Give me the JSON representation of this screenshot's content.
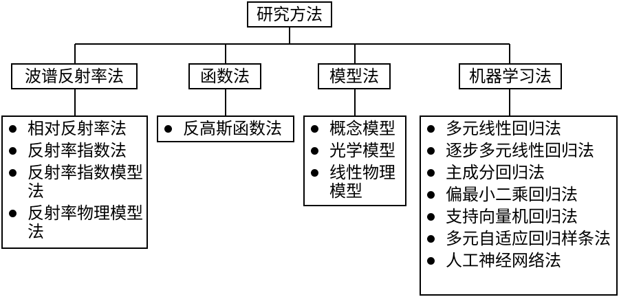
{
  "root": {
    "label": "研究方法"
  },
  "categories": [
    {
      "label": "波谱反射率法",
      "items": [
        "相对反射率法",
        "反射率指数法",
        "反射率指数模型法",
        "反射率物理模型法"
      ]
    },
    {
      "label": "函数法",
      "items": [
        "反高斯函数法"
      ]
    },
    {
      "label": "模型法",
      "items": [
        "概念模型",
        "光学模型",
        "线性物理模型"
      ]
    },
    {
      "label": "机器学习法",
      "items": [
        "多元线性回归法",
        "逐步多元线性回归法",
        "主成分回归法",
        "偏最小二乘回归法",
        "支持向量机回归法",
        "多元自适应回归样条法",
        "人工神经网络法"
      ]
    }
  ]
}
